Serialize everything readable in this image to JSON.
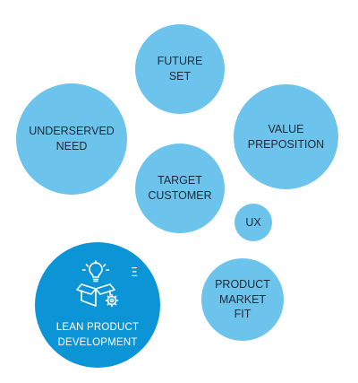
{
  "bubbles": {
    "future_set": [
      "FUTURE",
      "SET"
    ],
    "underserved_need": [
      "UNDERSERVED",
      "NEED"
    ],
    "value_preposition": [
      "VALUE",
      "PREPOSITION"
    ],
    "target_customer": [
      "TARGET",
      "CUSTOMER"
    ],
    "ux": [
      "UX"
    ],
    "product_market_fit": [
      "PRODUCT",
      "MARKET",
      "FIT"
    ],
    "lean_product_development": [
      "LEAN PRODUCT",
      "DEVELOPMENT"
    ]
  },
  "lean_side_glyph": "Ξ",
  "icons": {
    "lean": "lightbulb-box-gear-icon"
  },
  "colors": {
    "light_bubble": "#6cc4ec",
    "dark_bubble": "#0c95d6",
    "light_text": "#1b2b3a",
    "dark_text": "#ffffff"
  }
}
